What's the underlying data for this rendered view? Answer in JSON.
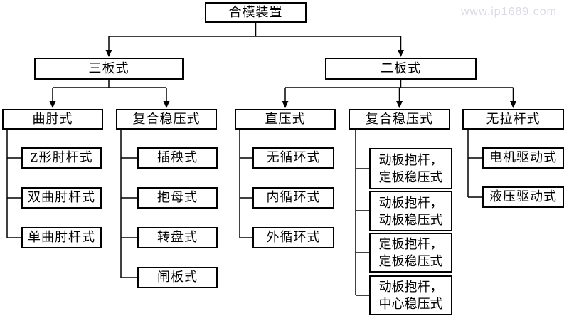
{
  "watermark": {
    "text": "www.ip1689.com",
    "color": "#dadae8"
  },
  "colors": {
    "line": "#000000",
    "border": "#000000",
    "text": "#000000",
    "background": "#ffffff"
  },
  "root": {
    "label": "合模装置"
  },
  "branches": [
    {
      "label": "三板式",
      "children": [
        {
          "label": "曲肘式",
          "leaves": [
            "Z形肘杆式",
            "双曲肘杆式",
            "单曲肘杆式"
          ]
        },
        {
          "label": "复合稳压式",
          "leaves": [
            "插秧式",
            "抱母式",
            "转盘式",
            "闸板式"
          ]
        }
      ]
    },
    {
      "label": "二板式",
      "children": [
        {
          "label": "直压式",
          "leaves": [
            "无循环式",
            "内循环式",
            "外循环式"
          ]
        },
        {
          "label": "复合稳压式",
          "leaves": [
            "动板抱杆，\n定板稳压式",
            "动板抱杆，\n动板稳压式",
            "定板抱杆，\n定板稳压式",
            "动板抱杆，\n中心稳压式"
          ]
        },
        {
          "label": "无拉杆式",
          "leaves": [
            "电机驱动式",
            "液压驱动式"
          ]
        }
      ]
    }
  ]
}
